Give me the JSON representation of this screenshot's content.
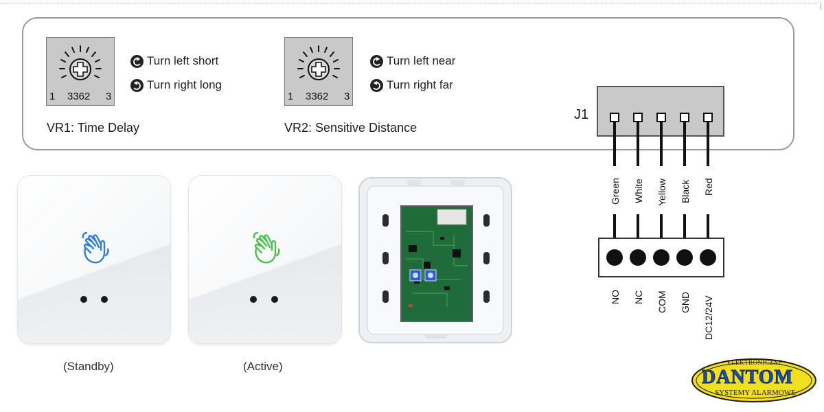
{
  "vr1": {
    "pot_left_number": "1",
    "pot_model": "3362",
    "pot_right_number": "3",
    "turn_left": "Turn left short",
    "turn_right": "Turn right long",
    "title": "VR1: Time Delay"
  },
  "vr2": {
    "pot_left_number": "1",
    "pot_model": "3362",
    "pot_right_number": "3",
    "turn_left": "Turn left near",
    "turn_right": "Turn right far",
    "title": "VR2: Sensitive Distance"
  },
  "connector": {
    "label": "J1",
    "wires": [
      "Green",
      "White",
      "Yellow",
      "Black",
      "Red"
    ],
    "terminals": [
      "NO",
      "NC",
      "COM",
      "GND",
      "DC12/24V"
    ]
  },
  "devices": {
    "standby_caption": "(Standby)",
    "active_caption": "(Active)",
    "standby_color": "#2f7ed8",
    "active_color": "#4cc24a"
  },
  "logo": {
    "top": "ELEKTRONICZNE",
    "main": "DANTOM",
    "bottom": "SYSTEMY ALARMOWE",
    "fill_color": "#1c4fa8",
    "text_color": "#1a1a1a"
  }
}
